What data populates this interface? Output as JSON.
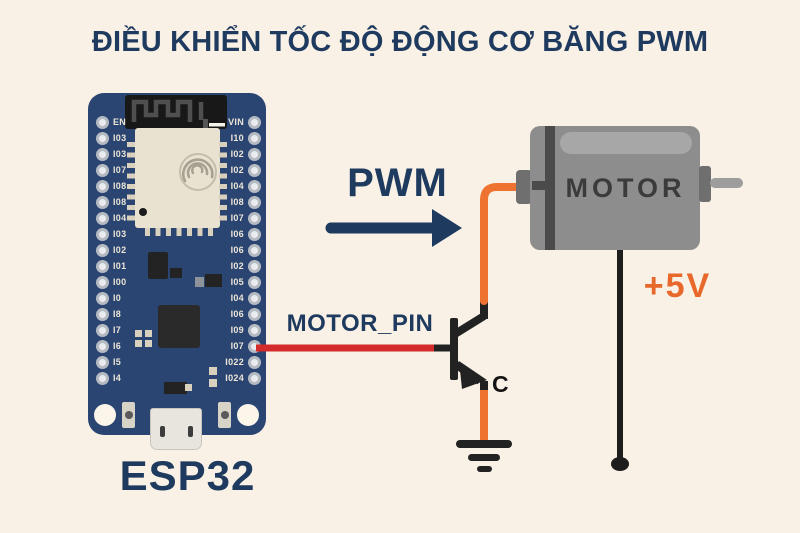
{
  "title": "ĐIỀU KHIỂN TỐC ĐỘ ĐỘNG CƠ BĂNG PWM",
  "colors": {
    "background": "#f9f1e6",
    "navy": "#1e3a5e",
    "board_blue": "#2b4573",
    "red_wire": "#d42b2b",
    "orange": "#ee7330",
    "motor_gray": "#8d8d8d",
    "black": "#1d1d1d"
  },
  "board": {
    "name_label": "ESP32",
    "left_pins": [
      "EN",
      "I03",
      "I03",
      "I07",
      "I08",
      "I08",
      "I04",
      "I03",
      "I02",
      "I01",
      "I00",
      "I0",
      "I8",
      "I7",
      "I6",
      "I5",
      "I4"
    ],
    "right_pins": [
      "VIN",
      "I10",
      "I02",
      "I02",
      "I04",
      "I08",
      "I07",
      "I06",
      "I06",
      "I02",
      "I05",
      "I04",
      "I06",
      "I09",
      "I07",
      "I022",
      "I024"
    ]
  },
  "labels": {
    "pwm": "PWM",
    "motor_pin": "MOTOR_PIN",
    "collector": "C",
    "motor": "MOTOR",
    "supply": "+5V"
  }
}
